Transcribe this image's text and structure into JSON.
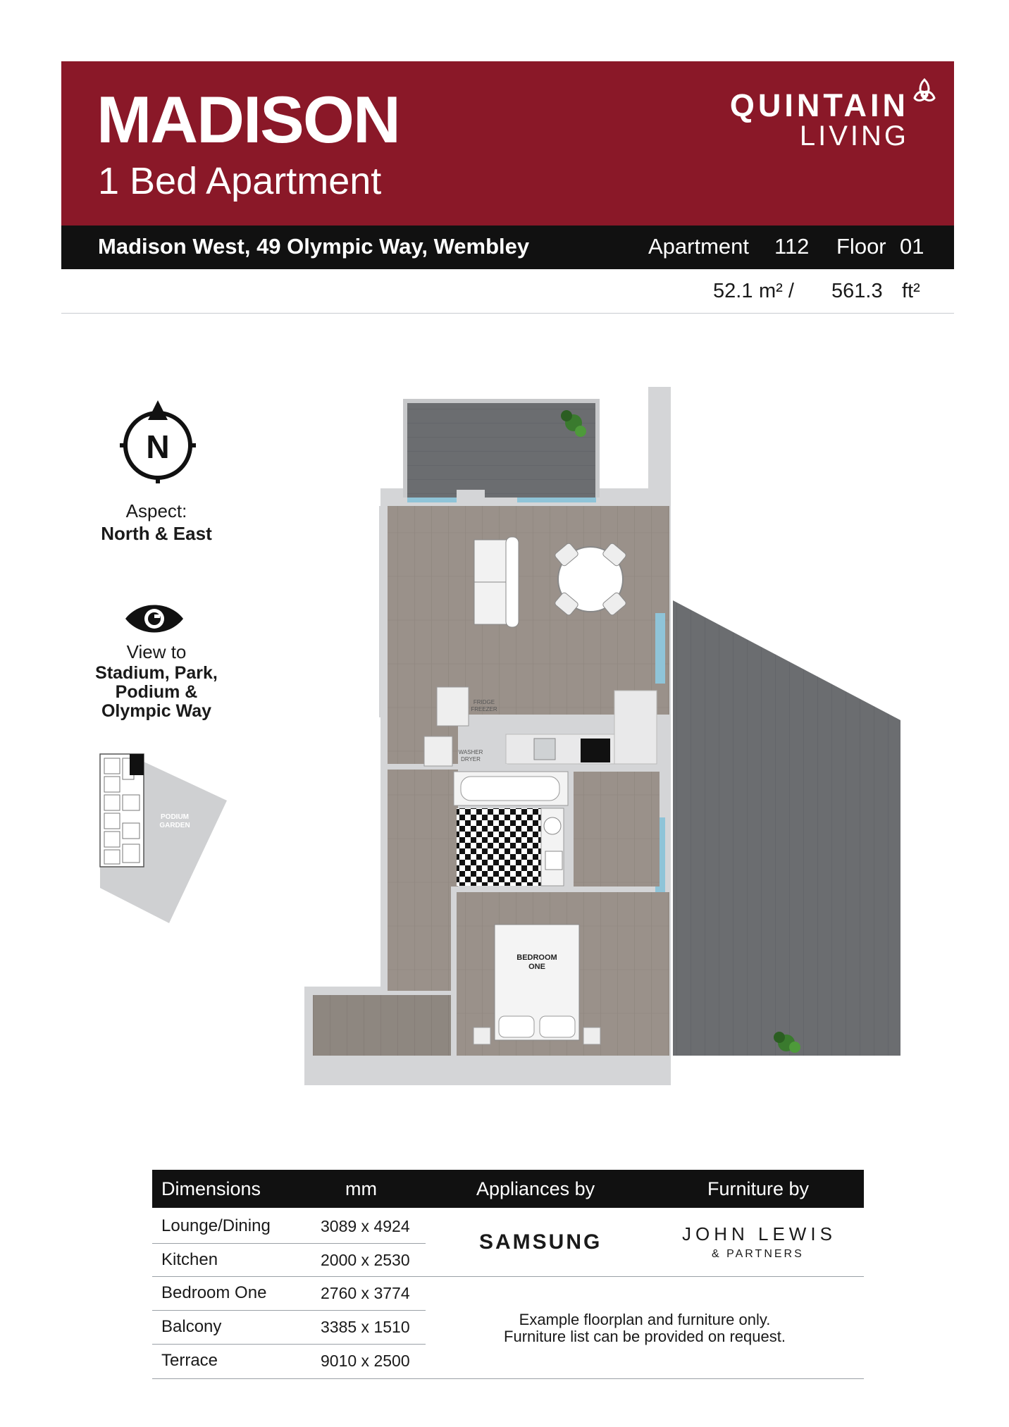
{
  "header": {
    "title": "MADISON",
    "subtitle": "1 Bed Apartment",
    "brand_line1": "QUINTAIN",
    "brand_line2": "LIVING",
    "bg_color": "#8a1828"
  },
  "address_bar": {
    "address": "Madison West, 49 Olympic Way, Wembley",
    "apartment_label": "Apartment",
    "apartment_number": "112",
    "floor_label": "Floor",
    "floor_number": "01"
  },
  "area": {
    "sqm": "52.1",
    "sqm_unit": "m²  /",
    "sqft": "561.3",
    "sqft_unit": "ft²"
  },
  "aspect": {
    "compass_letter": "N",
    "label": "Aspect:",
    "value": "North & East"
  },
  "view": {
    "label": "View to",
    "line1": "Stadium, Park,",
    "line2": "Podium &",
    "line3": "Olympic Way"
  },
  "keyplan": {
    "garden_line1": "PODIUM",
    "garden_line2": "GARDEN"
  },
  "floorplan": {
    "fridge_line1": "FRIDGE",
    "fridge_line2": "FREEZER",
    "washer_line1": "WASHER",
    "washer_line2": "DRYER",
    "bedroom_line1": "BEDROOM",
    "bedroom_line2": "ONE"
  },
  "table": {
    "headers": [
      "Dimensions",
      "mm",
      "Appliances by",
      "Furniture by"
    ],
    "rows": [
      {
        "name": "Lounge/Dining",
        "mm": "3089 x 4924"
      },
      {
        "name": "Kitchen",
        "mm": "2000 x 2530"
      },
      {
        "name": "Bedroom One",
        "mm": "2760 x 3774"
      },
      {
        "name": "Balcony",
        "mm": "3385 x 1510"
      },
      {
        "name": "Terrace",
        "mm": "9010 x 2500"
      }
    ],
    "appliances_brand": "SAMSUNG",
    "furniture_brand_line1": "JOHN LEWIS",
    "furniture_brand_line2": "& PARTNERS",
    "note_line1": "Example floorplan and furniture only.",
    "note_line2": "Furniture list can be provided on request."
  }
}
